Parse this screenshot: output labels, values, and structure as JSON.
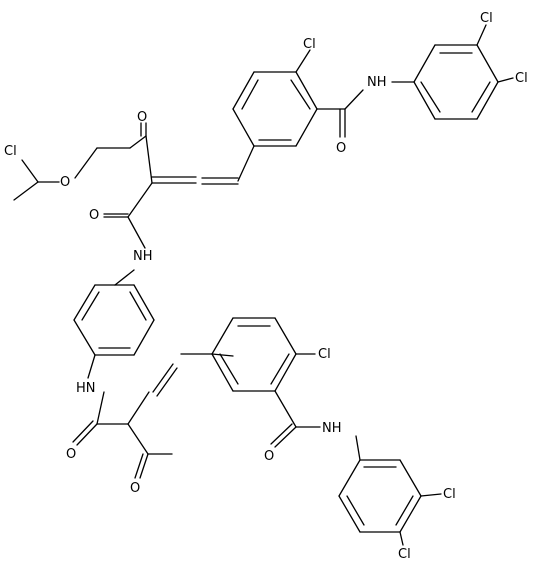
{
  "molecule": {
    "atom_labels": {
      "cl_chloroethyl": "Cl",
      "o_ether": "O",
      "o_ketone_top": "O",
      "o_amide_top": "O",
      "nh_amide_upper": "NH",
      "cl_ring_top": "Cl",
      "nh_benzamide_top": "NH",
      "o_benzamide_top": "O",
      "cl_aryl_top_3": "Cl",
      "cl_aryl_top_4": "Cl",
      "nh_amide_lower": "HN",
      "o_amide_lower": "O",
      "o_ketone_lower": "O",
      "cl_ring_mid": "Cl",
      "o_benzamide_lower": "O",
      "nh_benzamide_lower": "NH",
      "cl_aryl_bottom_3": "Cl",
      "cl_aryl_bottom_4": "Cl"
    }
  }
}
